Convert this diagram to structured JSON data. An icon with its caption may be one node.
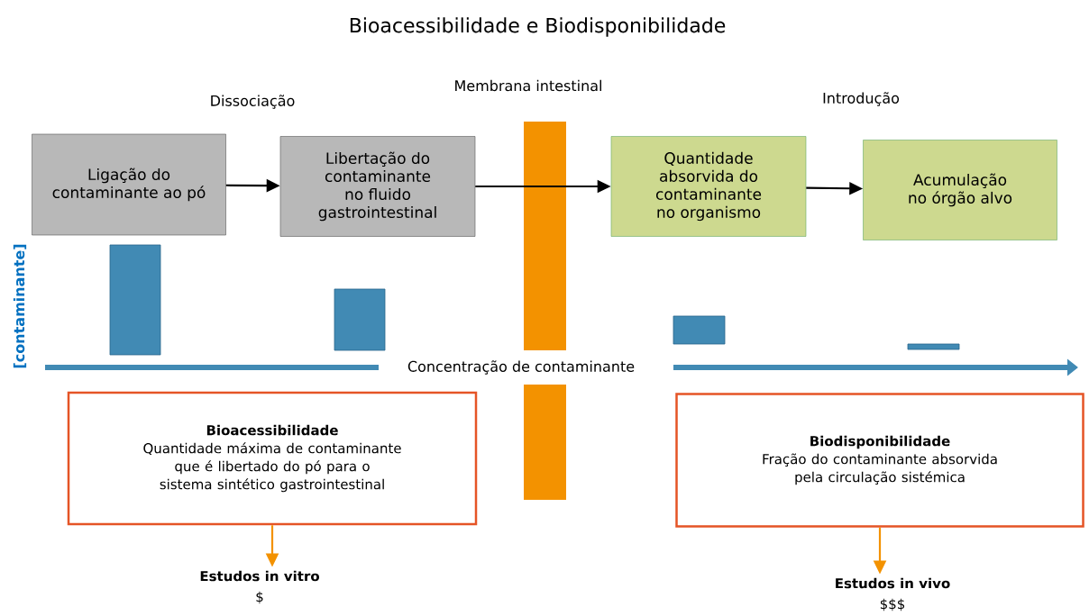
{
  "diagram": {
    "title": "Bioacessibilidade e Biodisponibilidade",
    "nodes": [
      {
        "text": [
          "Ligação do contaminante ao pó"
        ]
      },
      {
        "text": [
          "Libertação do contaminante no fluido gastrointestinal"
        ]
      },
      {
        "text": [
          "Quantidade absorvida do contaminante no organismo"
        ]
      },
      {
        "text": [
          "Acumulação no órgão alvo"
        ]
      },
      {
        "text": [
          "Bioacessibilidade",
          "Quantidade máxima de contaminante que é libertado do pó para o sistema sintético gastrointestinal"
        ]
      },
      {
        "text": [
          "Estudos in vitro",
          "$"
        ]
      },
      {
        "text": [
          "Biodisponibilidade",
          "Fração do contaminante absorvida pela circulação sistémica"
        ]
      },
      {
        "text": [
          "Estudos in vivo",
          "$$$"
        ]
      }
    ],
    "edges": [
      {
        "from": 0,
        "to": 1,
        "arrow": "to"
      },
      {
        "from": 1,
        "to": 2,
        "arrow": "to"
      },
      {
        "from": 2,
        "to": 3,
        "arrow": "to"
      },
      {
        "from": 4,
        "to": 5,
        "arrow": "to",
        "color": "#f39200"
      },
      {
        "from": 6,
        "to": 7,
        "arrow": "to",
        "color": "#f39200"
      }
    ],
    "labels": [
      "Dissociação",
      "Membrana intestinal",
      "Introdução",
      "[contaminante]",
      "Concentração de contaminante"
    ]
  }
}
